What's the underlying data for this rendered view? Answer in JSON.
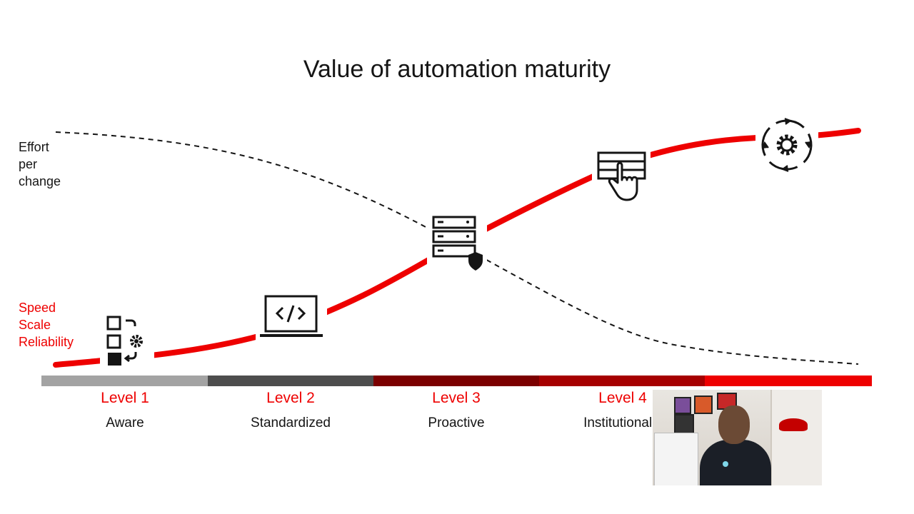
{
  "title": "Value of automation maturity",
  "effort_label": [
    "Effort",
    "per",
    "change"
  ],
  "speed_label": [
    "Speed",
    "Scale",
    "Reliability"
  ],
  "levels": [
    {
      "num": "Level 1",
      "name": "Aware",
      "color": "#a3a3a3"
    },
    {
      "num": "Level 2",
      "name": "Standardized",
      "color": "#4d4d4d"
    },
    {
      "num": "Level 3",
      "name": "Proactive",
      "color": "#7b0000"
    },
    {
      "num": "Level 4",
      "name": "Institutionaliz",
      "color": "#a60000"
    },
    {
      "num": "",
      "name": "",
      "color": "#ee0000"
    }
  ],
  "icons": [
    "task-blocks-icon",
    "laptop-code-icon",
    "secure-server-icon",
    "touch-console-icon",
    "gear-cycle-icon"
  ],
  "colors": {
    "accent": "#ee0000",
    "text": "#151515",
    "dashed": "#151515"
  }
}
